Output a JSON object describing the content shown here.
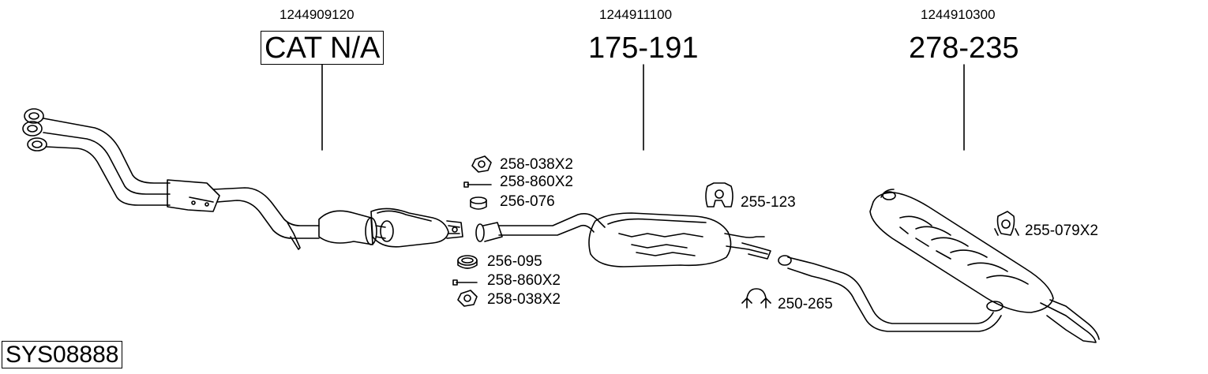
{
  "system_id": "SYS08888",
  "sections": [
    {
      "oem_number": "1244909120",
      "code": "CAT N/A"
    },
    {
      "oem_number": "1244911100",
      "code": "175-191"
    },
    {
      "oem_number": "1244910300",
      "code": "278-235"
    }
  ],
  "fittings": {
    "upper": [
      {
        "part": "258-038X2",
        "icon": "nut-icon"
      },
      {
        "part": "258-860X2",
        "icon": "bolt-icon"
      },
      {
        "part": "256-076",
        "icon": "gasket-ring-icon"
      }
    ],
    "lower": [
      {
        "part": "256-095",
        "icon": "gasket-ring-icon"
      },
      {
        "part": "258-860X2",
        "icon": "bolt-icon"
      },
      {
        "part": "258-038X2",
        "icon": "nut-icon"
      }
    ],
    "mount_middle": {
      "part": "255-123",
      "icon": "rubber-mount-icon"
    },
    "clamp": {
      "part": "250-265",
      "icon": "pipe-clamp-icon"
    },
    "mount_rear": {
      "part": "255-079X2",
      "icon": "rubber-mount-icon"
    }
  }
}
